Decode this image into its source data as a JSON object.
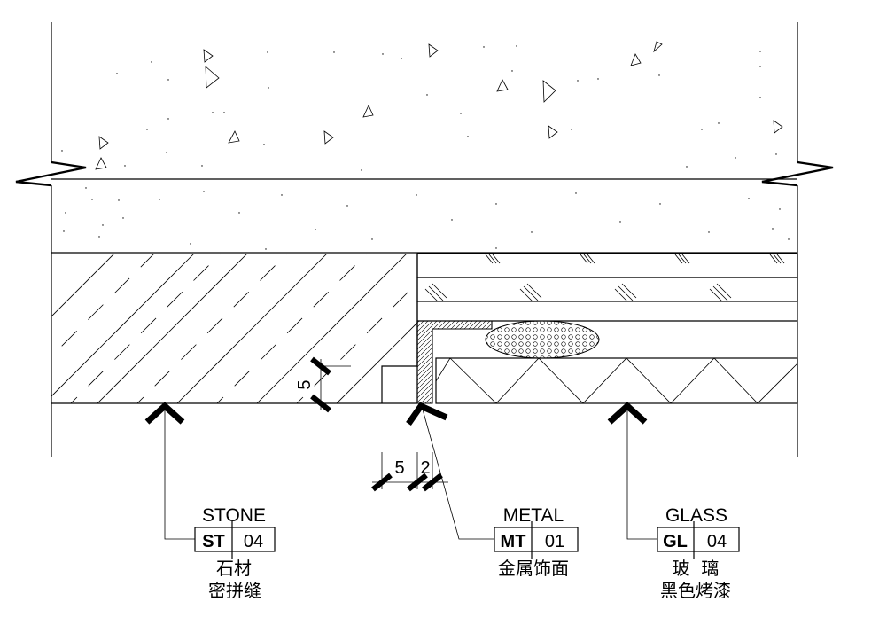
{
  "drawing": {
    "type": "architectural-section-detail",
    "materials": [
      {
        "id": "stone",
        "name": "STONE",
        "code": "ST",
        "number": "04",
        "note_line1": "石材",
        "note_line2": "密拼缝"
      },
      {
        "id": "metal",
        "name": "METAL",
        "code": "MT",
        "number": "01",
        "note_line1": "金属饰面",
        "note_line2": ""
      },
      {
        "id": "glass",
        "name": "GLASS",
        "code": "GL",
        "number": "04",
        "note_line1": "玻  璃",
        "note_line2": "黑色烤漆"
      }
    ],
    "dimensions": {
      "stone_step": "5",
      "gap_left": "5",
      "gap_right": "2"
    },
    "layers": [
      "concrete-slab",
      "cement-screed",
      "stone-panel",
      "glass-double-layer",
      "metal-angle-trim",
      "foam-backer-rod",
      "black-backing-panel"
    ],
    "colors": {
      "line": "#000000",
      "background": "#ffffff"
    }
  }
}
